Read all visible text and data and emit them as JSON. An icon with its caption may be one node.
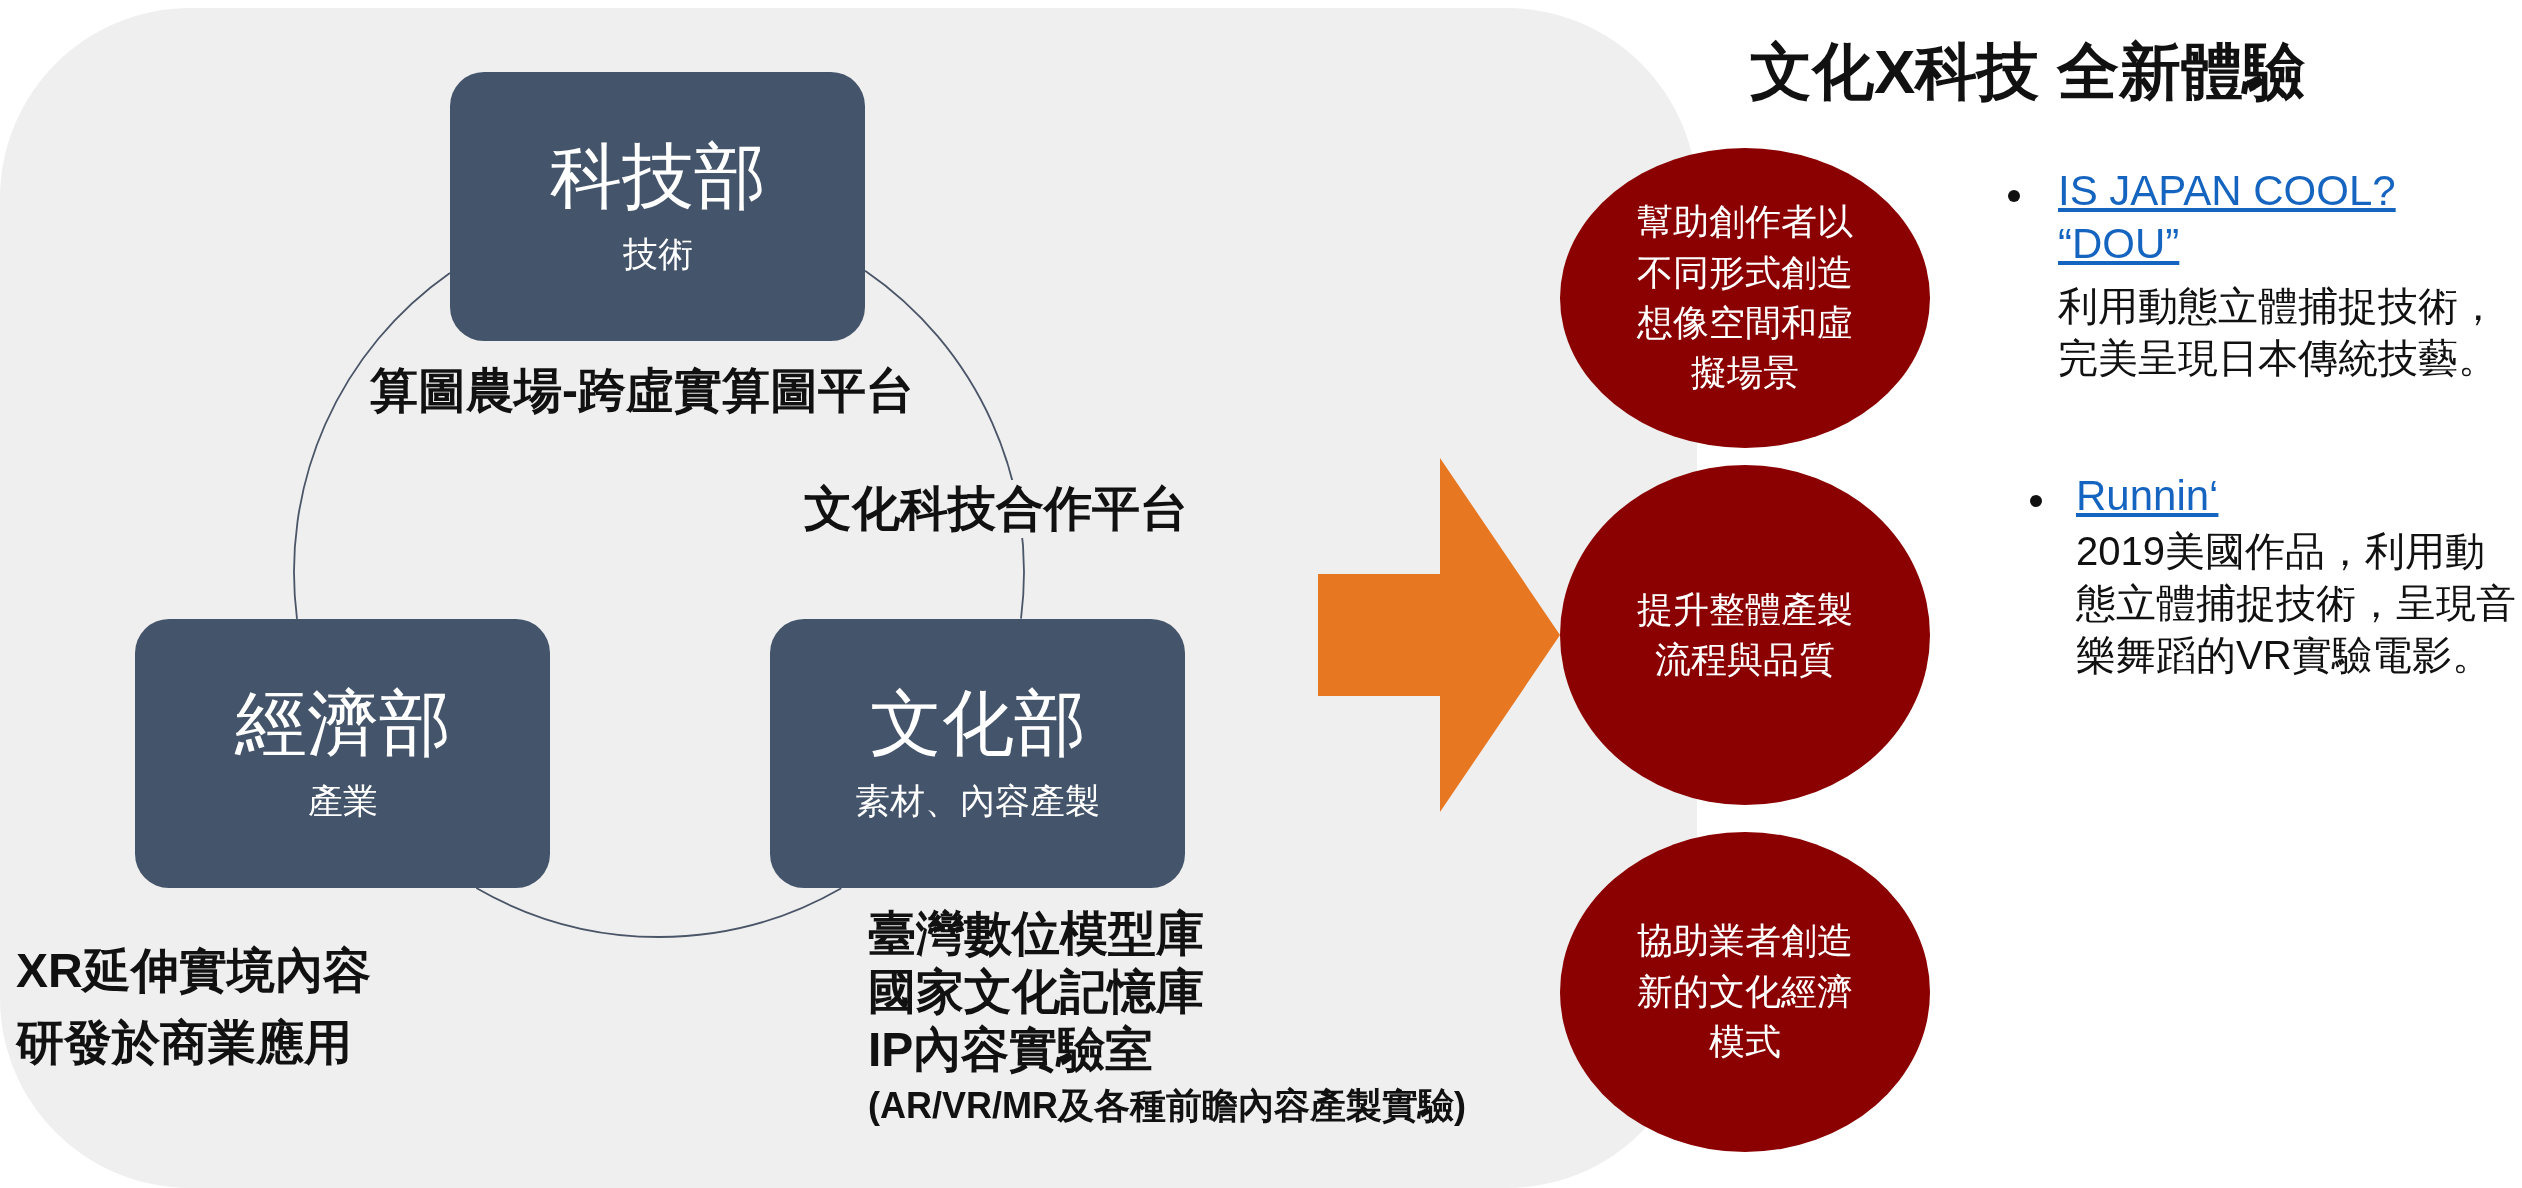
{
  "diagram": {
    "title": "文化X科技 全新體驗",
    "nodes": [
      {
        "text": [],
        "shape": "box"
      },
      {
        "text": [
          "科技部",
          "技術"
        ],
        "in": 0
      },
      {
        "text": [
          "經濟部",
          "產業"
        ],
        "in": 0
      },
      {
        "text": [
          "文化部",
          "素材、內容產製"
        ],
        "in": 0
      },
      {
        "text": [
          "幫助創作者以不同形式創造想像空間和虛擬場景"
        ]
      },
      {
        "text": [
          "提升整體產製流程與品質"
        ]
      },
      {
        "text": [
          "協助業者創造新的文化經濟模式"
        ]
      }
    ],
    "edges": [
      {
        "from": 1,
        "to": 2,
        "arrow": "none"
      },
      {
        "from": 1,
        "to": 3,
        "arrow": "none"
      },
      {
        "from": 2,
        "to": 3,
        "arrow": "none"
      },
      {
        "from": null,
        "to": 5,
        "arrow": "to",
        "style": "thick",
        "color": "#e87722"
      }
    ],
    "labels": [
      "算圖農場-跨虛實算圖平台",
      "文化科技合作平台",
      "XR延伸實境內容研發於商業應用",
      "臺灣數位模型庫",
      "國家文化記憶庫",
      "IP內容實驗室",
      "(AR/VR/MR及各種前瞻內容產製實驗)",
      "IS JAPAN COOL? “DOU”",
      "利用動態立體捕捉技術，完美呈現日本傳統技藝。",
      "Runnin‘",
      "2019美國作品，利用動態立體捕捉技術，呈現音樂舞蹈的VR實驗電影。"
    ]
  }
}
